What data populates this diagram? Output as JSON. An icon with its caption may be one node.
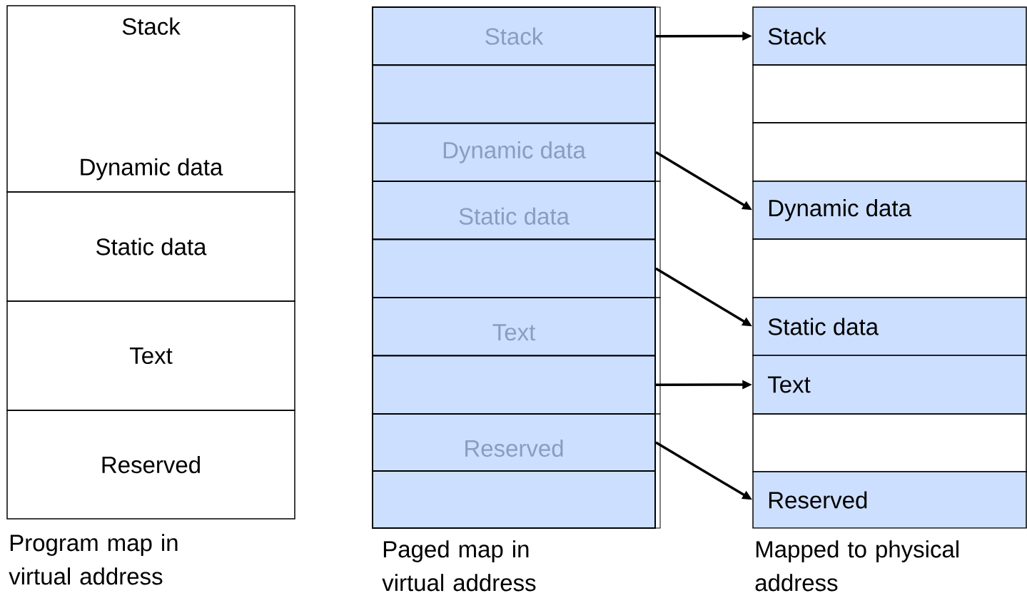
{
  "diagram": {
    "nodes": [
      {
        "text": [
          "Stack",
          "Dynamic data"
        ]
      },
      {
        "text": [
          "Static data"
        ]
      },
      {
        "text": [
          "Text"
        ]
      },
      {
        "text": [
          "Reserved"
        ]
      },
      {
        "text": [],
        "shape": "box"
      },
      {
        "text": [
          "Stack"
        ],
        "in": 4
      },
      {
        "text": [],
        "shape": "box",
        "in": 4
      },
      {
        "text": [
          "Dynamic data"
        ],
        "in": 4
      },
      {
        "text": [],
        "shape": "box"
      },
      {
        "text": [
          "Static data"
        ],
        "in": 8
      },
      {
        "text": [],
        "shape": "box",
        "in": 8
      },
      {
        "text": [],
        "shape": "box"
      },
      {
        "text": [
          "Text"
        ],
        "in": 11
      },
      {
        "text": [],
        "shape": "box",
        "in": 11
      },
      {
        "text": [],
        "shape": "box"
      },
      {
        "text": [
          "Reserved"
        ],
        "in": 14
      },
      {
        "text": [],
        "shape": "box",
        "in": 14
      },
      {
        "text": [
          "Stack"
        ]
      },
      {
        "text": [],
        "shape": "box"
      },
      {
        "text": [],
        "shape": "box"
      },
      {
        "text": [
          "Dynamic data"
        ]
      },
      {
        "text": [],
        "shape": "box"
      },
      {
        "text": [
          "Static data"
        ]
      },
      {
        "text": [
          "Text"
        ]
      },
      {
        "text": [],
        "shape": "box"
      },
      {
        "text": [
          "Reserved"
        ]
      }
    ],
    "edges": [
      {
        "from": 5,
        "to": 17,
        "arrow": "to"
      },
      {
        "from": 7,
        "to": 20,
        "arrow": "to"
      },
      {
        "from": 10,
        "to": 22,
        "arrow": "to"
      },
      {
        "from": 13,
        "to": 23,
        "arrow": "to"
      },
      {
        "from": 15,
        "to": 25,
        "arrow": "to"
      }
    ],
    "labels": [
      "Program map in virtual address",
      "Paged map in virtual address",
      "Mapped to physical address"
    ]
  }
}
